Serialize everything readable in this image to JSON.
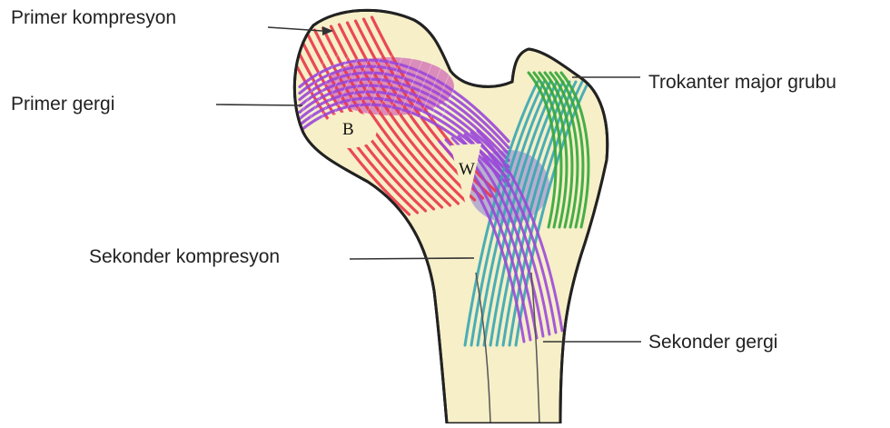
{
  "labels": {
    "primary_compression": "Primer kompresyon",
    "primary_tension": "Primer gergi",
    "secondary_compression": "Sekonder kompresyon",
    "greater_trochanter_group": "Trokanter major grubu",
    "secondary_tension": "Sekonder gergi"
  },
  "markers": {
    "b": "B",
    "w": "W"
  },
  "colors": {
    "bone_fill": "#f6efc8",
    "outline": "#222222",
    "primary_compression": "#e8394b",
    "primary_tension": "#9a46d8",
    "secondary_compression": "#36a6b3",
    "secondary_tension": "#9a46d8",
    "trochanter_group": "#35a83c",
    "overlap": "#c23ab0",
    "leader_line": "#333333"
  }
}
